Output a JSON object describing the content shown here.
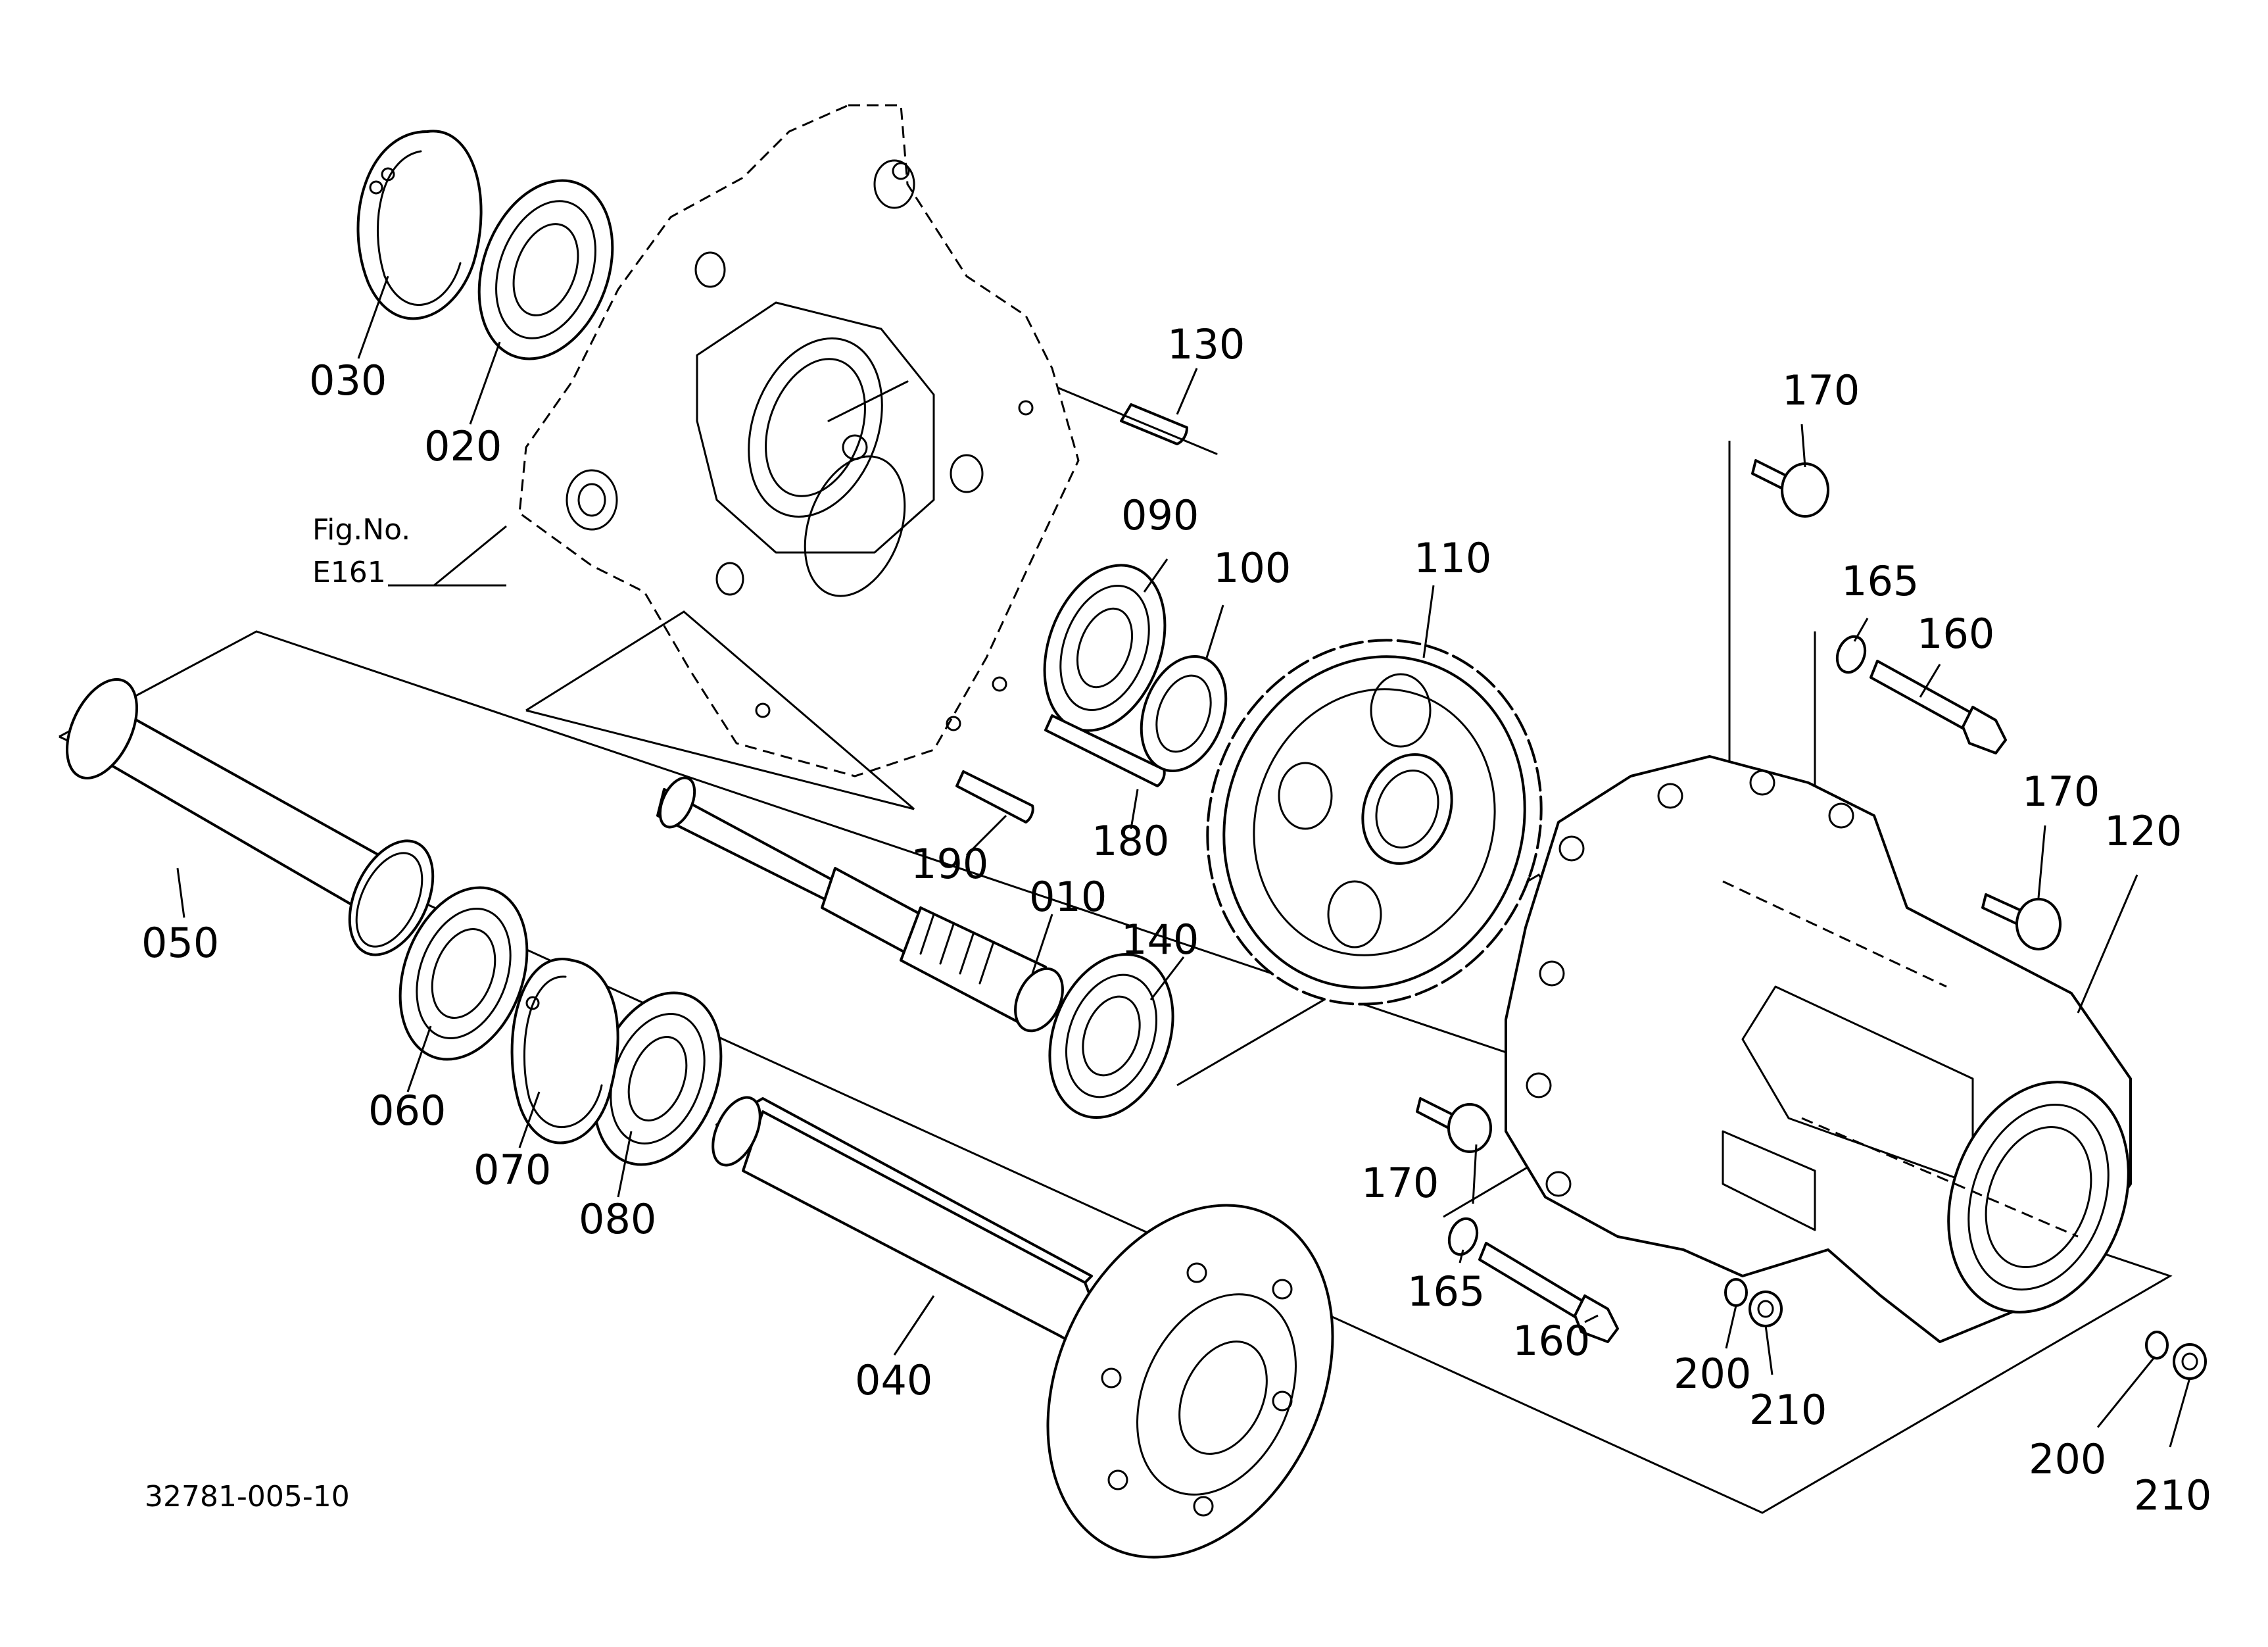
{
  "figure_ref": {
    "line1": "Fig.No.",
    "line2": "E161"
  },
  "drawing_number": "32781-005-10",
  "labels": {
    "p010": "010",
    "p020": "020",
    "p030": "030",
    "p040": "040",
    "p050": "050",
    "p060": "060",
    "p070": "070",
    "p080": "080",
    "p090": "090",
    "p100": "100",
    "p110": "110",
    "p120": "120",
    "p130": "130",
    "p140": "140",
    "p160a": "160",
    "p160b": "160",
    "p165a": "165",
    "p165b": "165",
    "p170a": "170",
    "p170b": "170",
    "p170c": "170",
    "p180": "180",
    "p190": "190",
    "p200a": "200",
    "p200b": "200",
    "p210a": "210",
    "p210b": "210"
  }
}
